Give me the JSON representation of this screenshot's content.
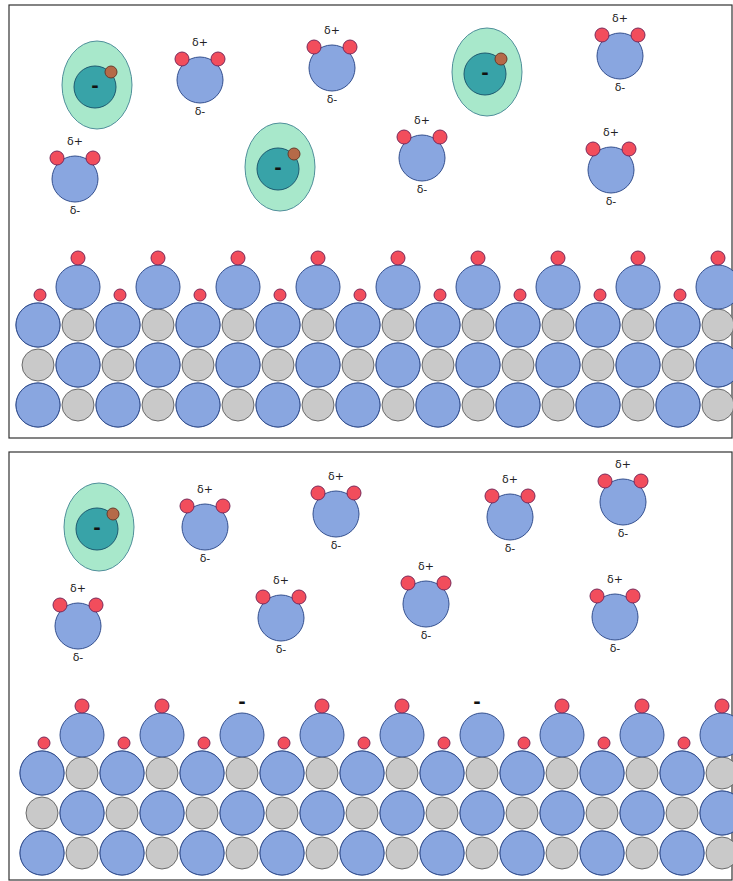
{
  "diagram": {
    "nodes": [
      {
        "text": [
          "-"
        ]
      },
      {
        "text": [
          "-"
        ]
      },
      {
        "text": [
          "-"
        ]
      },
      {
        "text": [
          "-"
        ]
      }
    ],
    "labels": [
      "δ+",
      "δ-",
      "δ+",
      "δ-",
      "δ+",
      "δ-",
      "δ+",
      "δ-",
      "δ+",
      "δ-",
      "δ+",
      "δ-",
      "δ+",
      "δ-",
      "δ+",
      "δ-",
      "δ+",
      "δ-",
      "δ+",
      "δ-",
      "δ+",
      "δ-",
      "δ+",
      "δ-",
      "δ+",
      "δ-",
      "δ+",
      "δ-",
      "-",
      "-"
    ]
  }
}
